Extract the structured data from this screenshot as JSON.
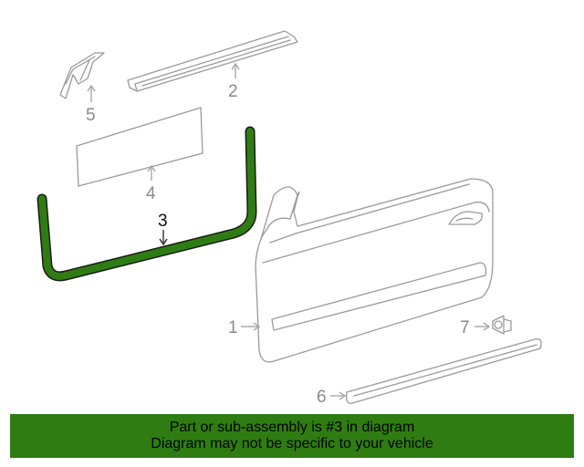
{
  "callouts": {
    "c1": "1",
    "c2": "2",
    "c3": "3",
    "c4": "4",
    "c5": "5",
    "c6": "6",
    "c7": "7"
  },
  "highlighted_part": "3",
  "highlight_color": "#2f7d12",
  "banner": {
    "line1": "Part or sub-assembly is #3 in diagram",
    "line2": "Diagram may not be specific to your vehicle"
  }
}
